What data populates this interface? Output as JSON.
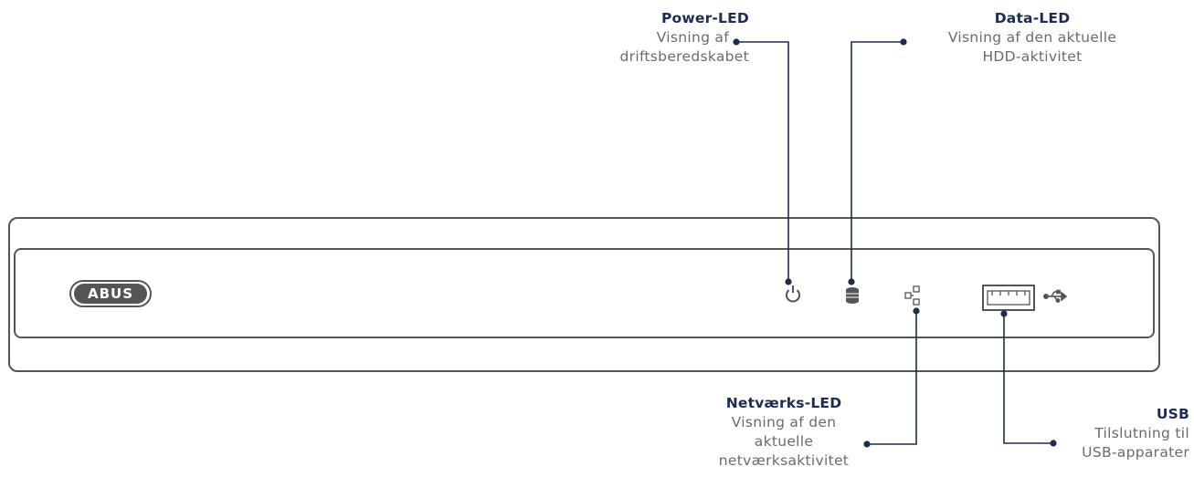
{
  "device": {
    "brand": "ABUS"
  },
  "callouts": {
    "power_led": {
      "title": "Power-LED",
      "desc_1": "Visning af",
      "desc_2": "driftsberedskabet"
    },
    "data_led": {
      "title": "Data-LED",
      "desc_1": "Visning af den aktuelle",
      "desc_2": "HDD-aktivitet"
    },
    "network_led": {
      "title": "Netværks-LED",
      "desc_1": "Visning af den",
      "desc_2": "aktuelle",
      "desc_3": "netværksaktivitet"
    },
    "usb": {
      "title": "USB",
      "desc_1": "Tilslutning til",
      "desc_2": "USB-apparater"
    }
  },
  "icons": [
    "power-icon",
    "hdd-icon",
    "network-icon",
    "usb-port",
    "usb-icon"
  ],
  "colors": {
    "title": "#1c2c52",
    "text": "#6b6b6b",
    "line": "#1c2c52",
    "device": "#555555"
  }
}
